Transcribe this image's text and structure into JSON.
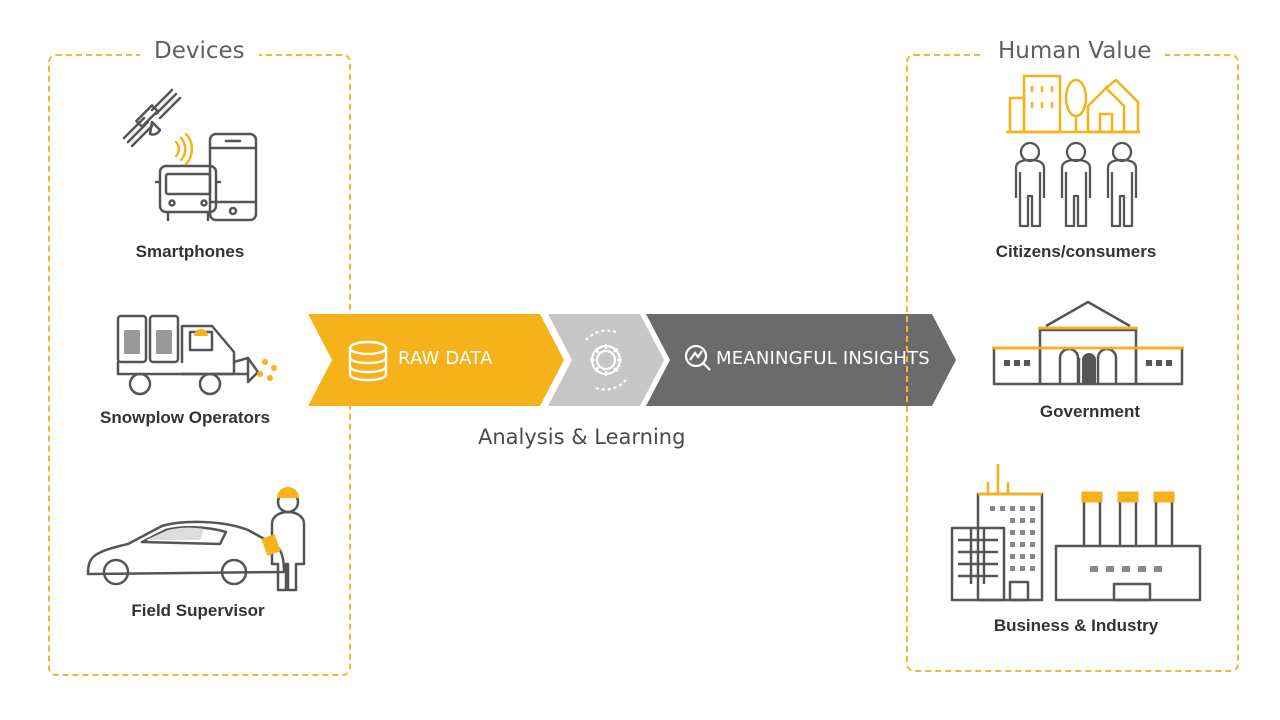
{
  "devices": {
    "title": "Devices",
    "items": [
      {
        "label": "Smartphones",
        "icon": "satellite-bus-phone-icon"
      },
      {
        "label": "Snowplow Operators",
        "icon": "snowplow-truck-icon"
      },
      {
        "label": "Field Supervisor",
        "icon": "car-supervisor-icon"
      }
    ]
  },
  "flow": {
    "step1": "RAW DATA",
    "step2_icon": "gear-cycle-icon",
    "step3": "MEANINGFUL INSIGHTS",
    "caption": "Analysis & Learning"
  },
  "human_value": {
    "title": "Human Value",
    "items": [
      {
        "label": "Citizens/consumers",
        "icon": "city-people-icon"
      },
      {
        "label": "Government",
        "icon": "government-building-icon"
      },
      {
        "label": "Business & Industry",
        "icon": "office-factory-icon"
      }
    ]
  },
  "colors": {
    "accent": "#f5b21b",
    "gray_dark": "#6b6b6b",
    "gray_light": "#c4c4c4",
    "line": "#555555"
  }
}
